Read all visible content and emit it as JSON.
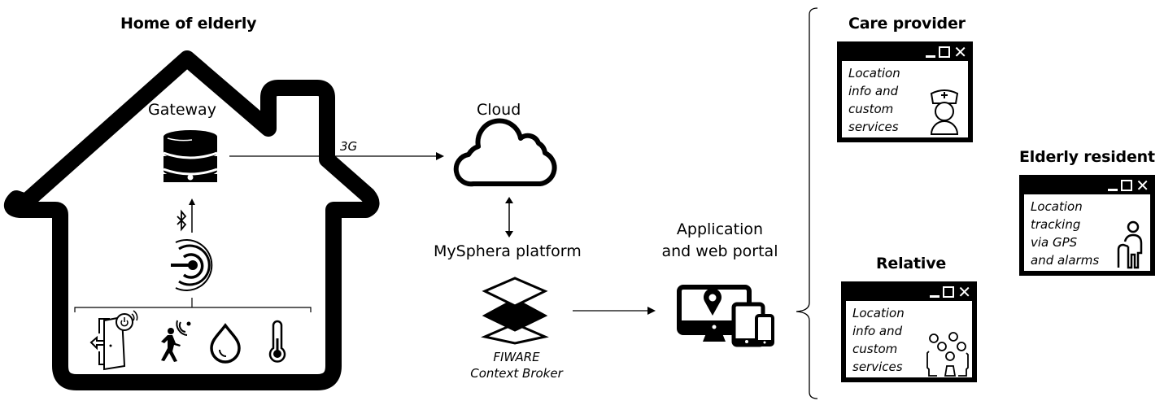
{
  "home": {
    "title": "Home of elderly",
    "gateway_label": "Gateway",
    "sensors": [
      "door-sensor",
      "motion-sensor",
      "humidity-sensor",
      "temperature-sensor"
    ]
  },
  "links": {
    "gateway_to_cloud": "3G"
  },
  "cloud": {
    "label": "Cloud"
  },
  "platform": {
    "label": "MySphera platform",
    "broker_line1": "FIWARE",
    "broker_line2": "Context Broker"
  },
  "app": {
    "line1": "Application",
    "line2": "and web portal"
  },
  "users": [
    {
      "title": "Care provider",
      "text": [
        "Location",
        "info and",
        "custom",
        "services"
      ],
      "icon": "nurse-icon"
    },
    {
      "title": "Relative",
      "text": [
        "Location",
        "info and",
        "custom",
        "services"
      ],
      "icon": "family-icon"
    },
    {
      "title": "Elderly resident",
      "text": [
        "Location",
        "tracking",
        "via GPS",
        "and alarms"
      ],
      "icon": "elderly-person-icon"
    }
  ],
  "window_controls": {
    "close": "✕"
  }
}
